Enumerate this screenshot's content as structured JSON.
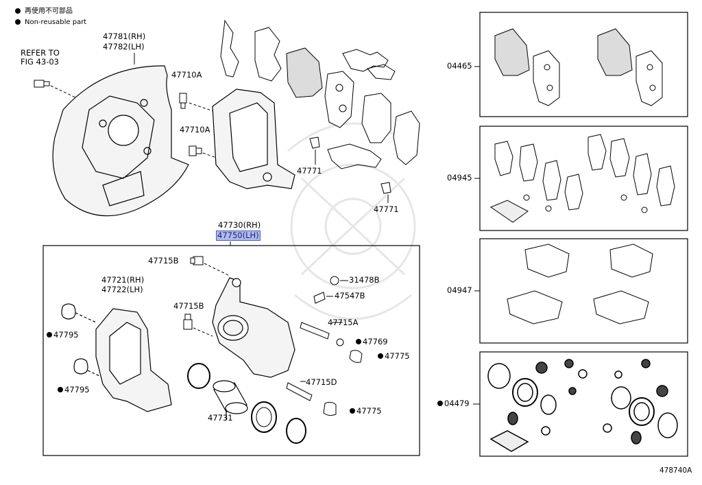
{
  "legend": {
    "ja": "再使用不可部品",
    "en": "Non-reusable part"
  },
  "labels": {
    "refer_line1": "REFER TO",
    "refer_line2": "FIG 43-03",
    "shield_rh": "47781(RH)",
    "shield_lh": "47782(LH)",
    "bolt_a_1": "47710A",
    "bolt_a_2": "47710A",
    "clip_1": "47771",
    "clip_2": "47771",
    "caliper_rh": "47730(RH)",
    "caliper_lh": "47750(LH)",
    "bleeder_bolt_b": "47715B",
    "mounting_rh": "47721(RH)",
    "mounting_lh": "47722(LH)",
    "bolt_b": "47715B",
    "cap": "31478B",
    "bleeder_plug": "47547B",
    "pin_a": "47715A",
    "boot_47769": "47769",
    "bush_47775_1": "47775",
    "bush_47795_1": "47795",
    "bush_47795_2": "47795",
    "pin_d": "47715D",
    "bush_47775_2": "47775",
    "piston": "47731",
    "kit_04465": "04465",
    "kit_04945": "04945",
    "kit_04947": "04947",
    "kit_04479": "04479",
    "figure_code": "478740A"
  },
  "non_reusable": [
    "47795",
    "47769",
    "47775",
    "04479"
  ],
  "highlight": "47750(LH)",
  "colors": {
    "line": "#000000",
    "highlight_bg": "#aebce8",
    "highlight_text": "#1a1a8a",
    "watermark": "#e6e6e6"
  }
}
